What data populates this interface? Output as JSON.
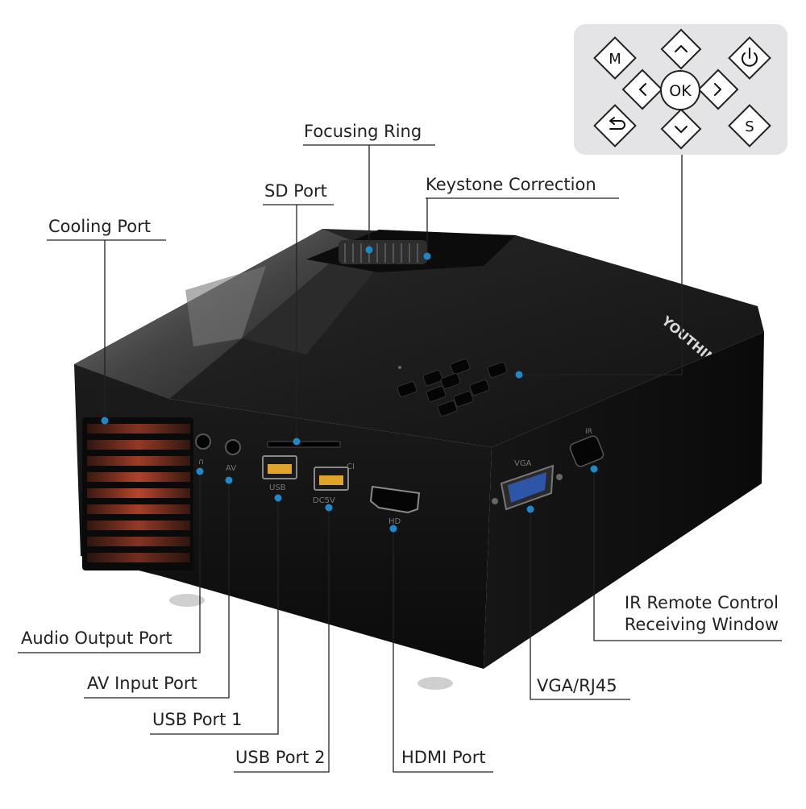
{
  "labels": {
    "focusing_ring": "Focusing Ring",
    "sd_port": "SD Port",
    "keystone_correction": "Keystone Correction",
    "cooling_port": "Cooling Port",
    "ir_remote_line1": "IR Remote Control",
    "ir_remote_line2": "Receiving Window",
    "audio_output_port": "Audio Output Port",
    "av_input_port": "AV Input Port",
    "usb_port_1": "USB Port 1",
    "usb_port_2": "USB Port 2",
    "hdmi_port": "HDMI Port",
    "vga_rj45": "VGA/RJ45"
  },
  "keypad": {
    "menu": "M",
    "ok": "OK",
    "source": "S",
    "up_icon": "chevron-up-icon",
    "down_icon": "chevron-down-icon",
    "left_icon": "chevron-left-icon",
    "right_icon": "chevron-right-icon",
    "power_icon": "power-icon",
    "back_icon": "return-icon"
  },
  "device_markings": {
    "brand": "YOUTHINK",
    "jack_audio": "∩",
    "jack_av": "AV",
    "usb1": "USB",
    "usb2": "DC5V",
    "sd": "CI",
    "hdmi": "HD",
    "vga": "VGA",
    "ir": "IR"
  },
  "colors": {
    "accent_dot": "#1e88c9",
    "leader_line": "#222222",
    "keypad_bg": "#e4e4e6",
    "device_body": "#141414"
  }
}
